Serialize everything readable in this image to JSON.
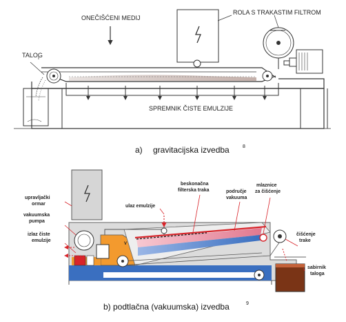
{
  "figure_a": {
    "labels": {
      "onecisceni_medij": "ONEČIŠĆENI MEDIJ",
      "rola": "ROLA S TRAKASTIM FILTROM",
      "talog": "TALOG",
      "spremnik": "SPREMNIK ČISTE EMULZIJE"
    },
    "caption": {
      "prefix": "a)",
      "text": "gravitacijska izvedba",
      "ref": "8"
    }
  },
  "figure_b": {
    "labels": {
      "upravljacki_1": "upravljački",
      "upravljacki_2": "ormar",
      "vakuumska_1": "vakuumska",
      "vakuumska_2": "pumpa",
      "izlaz_1": "izlaz čiste",
      "izlaz_2": "emulzije",
      "ulaz": "ulaz emulzije",
      "beskonacna_1": "beskonačna",
      "beskonacna_2": "filterska traka",
      "podrucje_1": "područje",
      "podrucje_2": "vakuuma",
      "mlaznice_1": "mlaznice",
      "mlaznice_2": "za čišćenje",
      "ciscenje_1": "čišćenje",
      "ciscenje_2": "trake",
      "sabirnik_1": "sabirnik",
      "sabirnik_2": "taloga"
    },
    "caption": {
      "text": "b) podtlačna (vakuumska) izvedba",
      "ref": "9"
    }
  },
  "colors": {
    "line": "#333333",
    "orange": "#f39a2e",
    "blue": "#3a6fc0",
    "red": "#d8242a",
    "brown": "#7a3416",
    "grey": "#cfcfcf",
    "pink": "#f2a8b8"
  }
}
